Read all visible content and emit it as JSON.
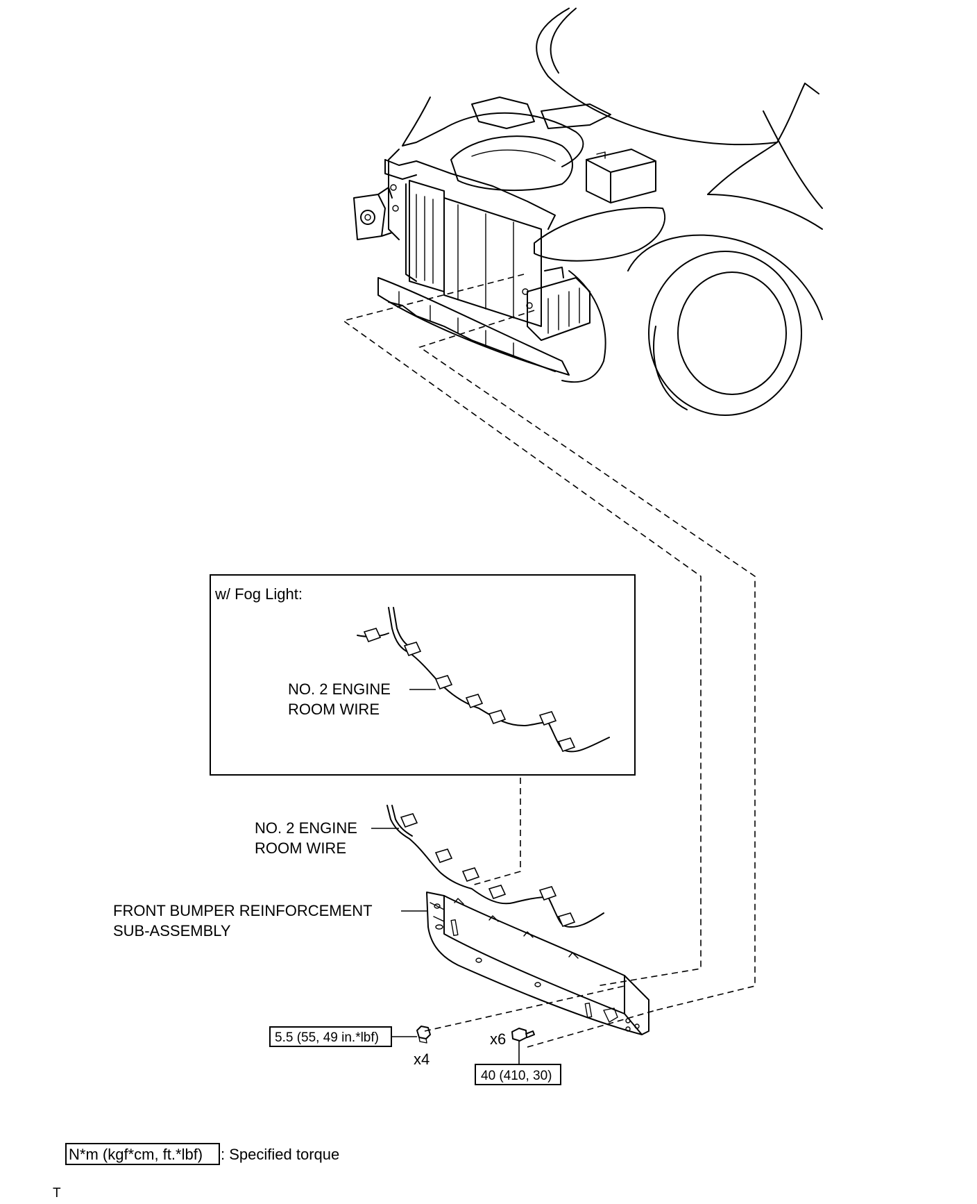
{
  "fog_light_panel": {
    "title": "w/ Fog Light:",
    "wire_label_line1": "NO. 2 ENGINE",
    "wire_label_line2": "ROOM WIRE"
  },
  "wire_label": {
    "line1": "NO. 2 ENGINE",
    "line2": "ROOM WIRE"
  },
  "bumper_label": {
    "line1": "FRONT BUMPER REINFORCEMENT",
    "line2": "SUB-ASSEMBLY"
  },
  "fasteners": {
    "nut_torque": "5.5 (55, 49 in.*lbf)",
    "nut_qty": "x4",
    "bolt_qty": "x6",
    "bolt_torque": "40 (410, 30)"
  },
  "legend": {
    "torque_unit": "N*m (kgf*cm, ft.*lbf)",
    "description": ": Specified torque"
  },
  "corner_mark": "T"
}
